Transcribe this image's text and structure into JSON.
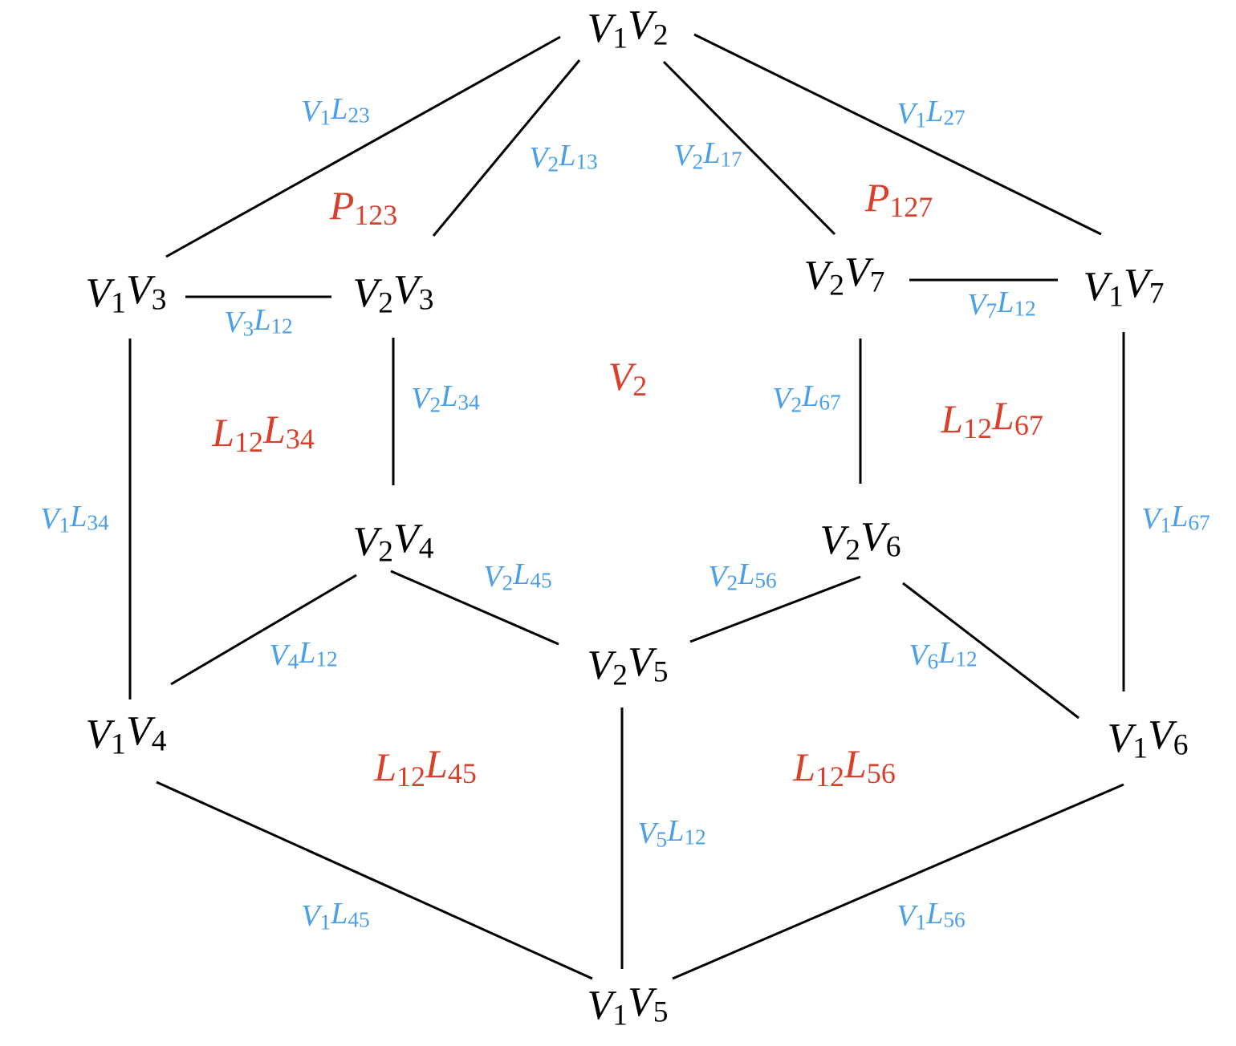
{
  "colors": {
    "vertex": "#000000",
    "edge": "#4A9FE8",
    "face": "#D9402B"
  },
  "vertices": [
    {
      "id": "v12",
      "base": "V",
      "sub": "1",
      "base2": "V",
      "sub2": "2"
    },
    {
      "id": "v13",
      "base": "V",
      "sub": "1",
      "base2": "V",
      "sub2": "3"
    },
    {
      "id": "v23",
      "base": "V",
      "sub": "2",
      "base2": "V",
      "sub2": "3"
    },
    {
      "id": "v27",
      "base": "V",
      "sub": "2",
      "base2": "V",
      "sub2": "7"
    },
    {
      "id": "v17",
      "base": "V",
      "sub": "1",
      "base2": "V",
      "sub2": "7"
    },
    {
      "id": "v24",
      "base": "V",
      "sub": "2",
      "base2": "V",
      "sub2": "4"
    },
    {
      "id": "v26",
      "base": "V",
      "sub": "2",
      "base2": "V",
      "sub2": "6"
    },
    {
      "id": "v25",
      "base": "V",
      "sub": "2",
      "base2": "V",
      "sub2": "5"
    },
    {
      "id": "v14",
      "base": "V",
      "sub": "1",
      "base2": "V",
      "sub2": "4"
    },
    {
      "id": "v16",
      "base": "V",
      "sub": "1",
      "base2": "V",
      "sub2": "6"
    },
    {
      "id": "v15",
      "base": "V",
      "sub": "1",
      "base2": "V",
      "sub2": "5"
    }
  ],
  "edges": [
    {
      "id": "e-v12-v13",
      "from": "v12",
      "to": "v13",
      "base": "V",
      "sub": "1",
      "base2": "L",
      "sub2": "23"
    },
    {
      "id": "e-v12-v23",
      "from": "v12",
      "to": "v23",
      "base": "V",
      "sub": "2",
      "base2": "L",
      "sub2": "13"
    },
    {
      "id": "e-v12-v27",
      "from": "v12",
      "to": "v27",
      "base": "V",
      "sub": "2",
      "base2": "L",
      "sub2": "17"
    },
    {
      "id": "e-v12-v17",
      "from": "v12",
      "to": "v17",
      "base": "V",
      "sub": "1",
      "base2": "L",
      "sub2": "27"
    },
    {
      "id": "e-v13-v23",
      "from": "v13",
      "to": "v23",
      "base": "V",
      "sub": "3",
      "base2": "L",
      "sub2": "12"
    },
    {
      "id": "e-v27-v17",
      "from": "v27",
      "to": "v17",
      "base": "V",
      "sub": "7",
      "base2": "L",
      "sub2": "12"
    },
    {
      "id": "e-v23-v24",
      "from": "v23",
      "to": "v24",
      "base": "V",
      "sub": "2",
      "base2": "L",
      "sub2": "34"
    },
    {
      "id": "e-v27-v26",
      "from": "v27",
      "to": "v26",
      "base": "V",
      "sub": "2",
      "base2": "L",
      "sub2": "67"
    },
    {
      "id": "e-v13-v14",
      "from": "v13",
      "to": "v14",
      "base": "V",
      "sub": "1",
      "base2": "L",
      "sub2": "34"
    },
    {
      "id": "e-v17-v16",
      "from": "v17",
      "to": "v16",
      "base": "V",
      "sub": "1",
      "base2": "L",
      "sub2": "67"
    },
    {
      "id": "e-v24-v25",
      "from": "v24",
      "to": "v25",
      "base": "V",
      "sub": "2",
      "base2": "L",
      "sub2": "45"
    },
    {
      "id": "e-v26-v25",
      "from": "v26",
      "to": "v25",
      "base": "V",
      "sub": "2",
      "base2": "L",
      "sub2": "56"
    },
    {
      "id": "e-v24-v14",
      "from": "v24",
      "to": "v14",
      "base": "V",
      "sub": "4",
      "base2": "L",
      "sub2": "12"
    },
    {
      "id": "e-v26-v16",
      "from": "v26",
      "to": "v16",
      "base": "V",
      "sub": "6",
      "base2": "L",
      "sub2": "12"
    },
    {
      "id": "e-v25-v15",
      "from": "v25",
      "to": "v15",
      "base": "V",
      "sub": "5",
      "base2": "L",
      "sub2": "12"
    },
    {
      "id": "e-v14-v15",
      "from": "v14",
      "to": "v15",
      "base": "V",
      "sub": "1",
      "base2": "L",
      "sub2": "45"
    },
    {
      "id": "e-v16-v15",
      "from": "v16",
      "to": "v15",
      "base": "V",
      "sub": "1",
      "base2": "L",
      "sub2": "56"
    }
  ],
  "faces": [
    {
      "id": "f-p123",
      "base": "P",
      "sub": "123",
      "base2": "",
      "sub2": ""
    },
    {
      "id": "f-p127",
      "base": "P",
      "sub": "127",
      "base2": "",
      "sub2": ""
    },
    {
      "id": "f-v2",
      "base": "V",
      "sub": "2",
      "base2": "",
      "sub2": ""
    },
    {
      "id": "f-l12l34",
      "base": "L",
      "sub": "12",
      "base2": "L",
      "sub2": "34"
    },
    {
      "id": "f-l12l67",
      "base": "L",
      "sub": "12",
      "base2": "L",
      "sub2": "67"
    },
    {
      "id": "f-l12l45",
      "base": "L",
      "sub": "12",
      "base2": "L",
      "sub2": "45"
    },
    {
      "id": "f-l12l56",
      "base": "L",
      "sub": "12",
      "base2": "L",
      "sub2": "56"
    }
  ]
}
